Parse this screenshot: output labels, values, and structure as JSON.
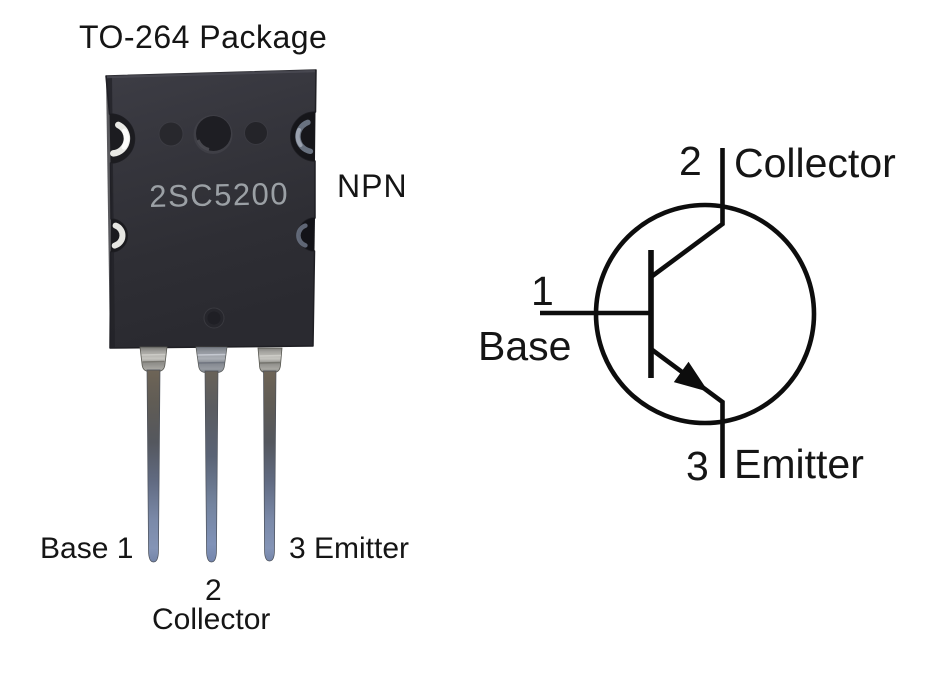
{
  "title": "TO-264 Package",
  "package_photo": {
    "marking": "2SC5200",
    "transistor_type": "NPN",
    "pin1_label": "Base 1",
    "pin2_number": "2",
    "pin2_name": "Collector",
    "pin3_label": "3 Emitter"
  },
  "schematic": {
    "collector_number": "2",
    "collector_name": "Collector",
    "base_number": "1",
    "base_name": "Base",
    "emitter_number": "3",
    "emitter_name": "Emitter"
  },
  "colors": {
    "background": "#ffffff",
    "package_body": "#33333a",
    "package_hole": "#1e1e23",
    "marking_text": "#9ba0a5",
    "label_text": "#151515",
    "schematic_line": "#0d0d0d",
    "pin_metal_top": "#6f6557",
    "pin_metal_bottom": "#8294b6",
    "notch_highlight": "#e9e9e5"
  }
}
